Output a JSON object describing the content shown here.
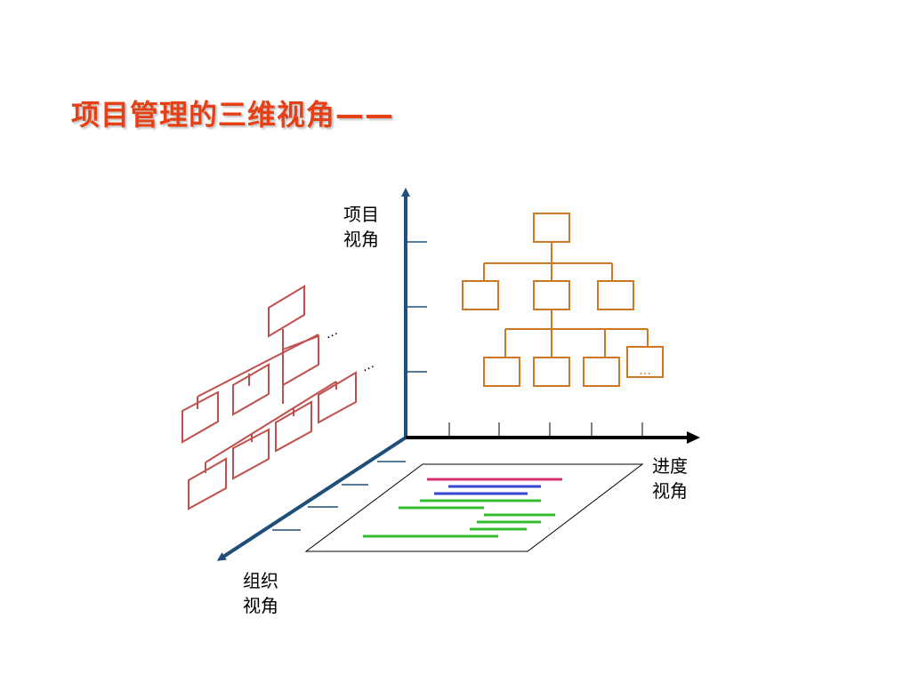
{
  "slide": {
    "title": "项目管理的三维视角——",
    "title_color": "#e64016"
  },
  "axes": {
    "vertical": {
      "line1": "项目",
      "line2": "视角"
    },
    "horizontal": {
      "line1": "进度",
      "line2": "视角"
    },
    "depth": {
      "line1": "组织",
      "line2": "视角"
    },
    "axis_color": "#1f4e79"
  },
  "project_view": {
    "color": "#cc7722",
    "ellipsis": "…"
  },
  "org_view": {
    "color": "#c0504d",
    "ellipsis_marks": [
      "…",
      "…"
    ]
  },
  "schedule_view": {
    "bar_colors": {
      "magenta": "#d6306f",
      "blue": "#3a48d0",
      "green": "#33bb33"
    }
  }
}
